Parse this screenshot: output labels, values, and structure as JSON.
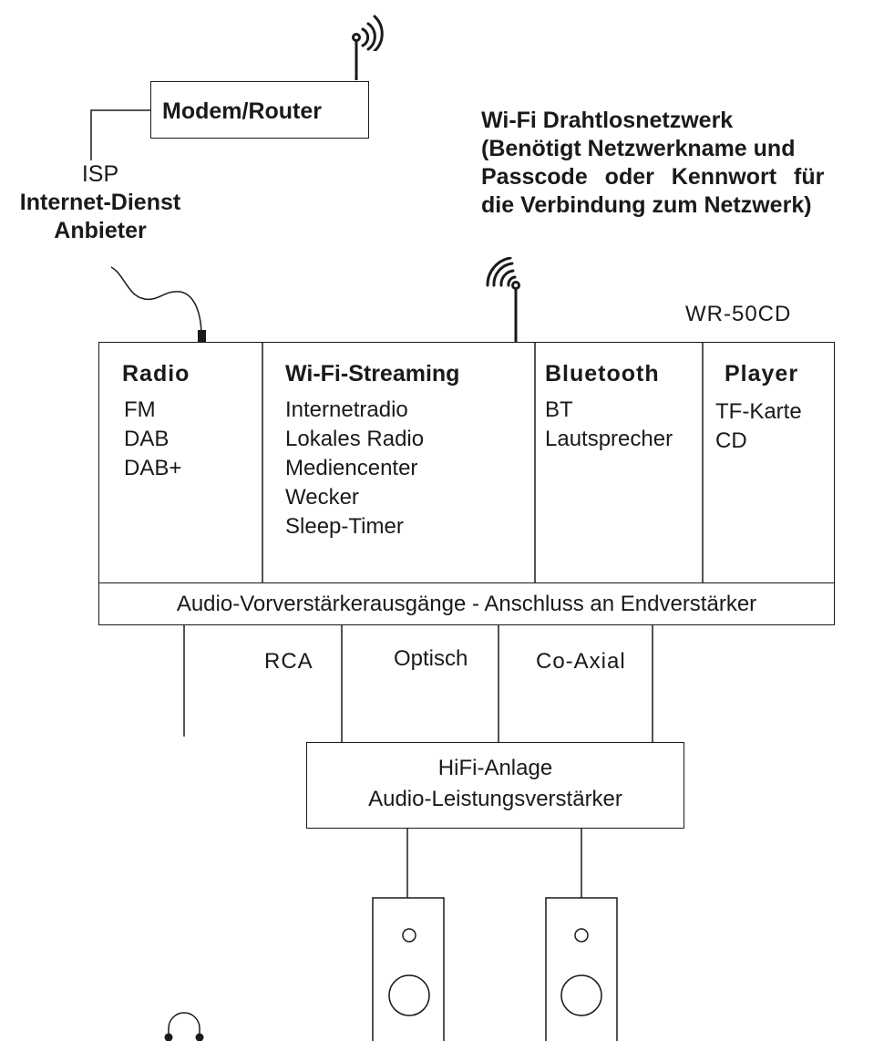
{
  "router": {
    "label": "Modem/Router"
  },
  "isp": {
    "line1": "ISP",
    "line2": "Internet-Dienst",
    "line3": "Anbieter"
  },
  "wifi_network": {
    "line1": "Wi-Fi Drahtlosnetzwerk",
    "line2": "(Benötigt Netzwerkname und",
    "line3": "Passcode oder Kennwort für",
    "line4": "die Verbindung zum Netzwerk)"
  },
  "device": {
    "model": "WR-50CD"
  },
  "sections": {
    "radio": {
      "title": "Radio",
      "items": [
        "FM",
        "DAB",
        "DAB+"
      ]
    },
    "wifi_streaming": {
      "title": "Wi-Fi-Streaming",
      "items": [
        "Internetradio",
        "Lokales Radio",
        "Mediencenter",
        "Wecker",
        "Sleep-Timer"
      ]
    },
    "bluetooth": {
      "title": "Bluetooth",
      "items": [
        "BT",
        "Lautsprecher"
      ]
    },
    "player": {
      "title": "Player",
      "items": [
        "TF-Karte",
        "CD"
      ]
    }
  },
  "outputs_bar": {
    "label": "Audio-Vorverstärkerausgänge - Anschluss an Endverstärker"
  },
  "connections": {
    "rca": "RCA",
    "optical": "Optisch",
    "coaxial": "Co-Axial"
  },
  "amplifier": {
    "line1": "HiFi-Anlage",
    "line2": "Audio-Leistungsverstärker"
  },
  "colors": {
    "stroke": "#1a1a1a",
    "background": "#ffffff"
  }
}
